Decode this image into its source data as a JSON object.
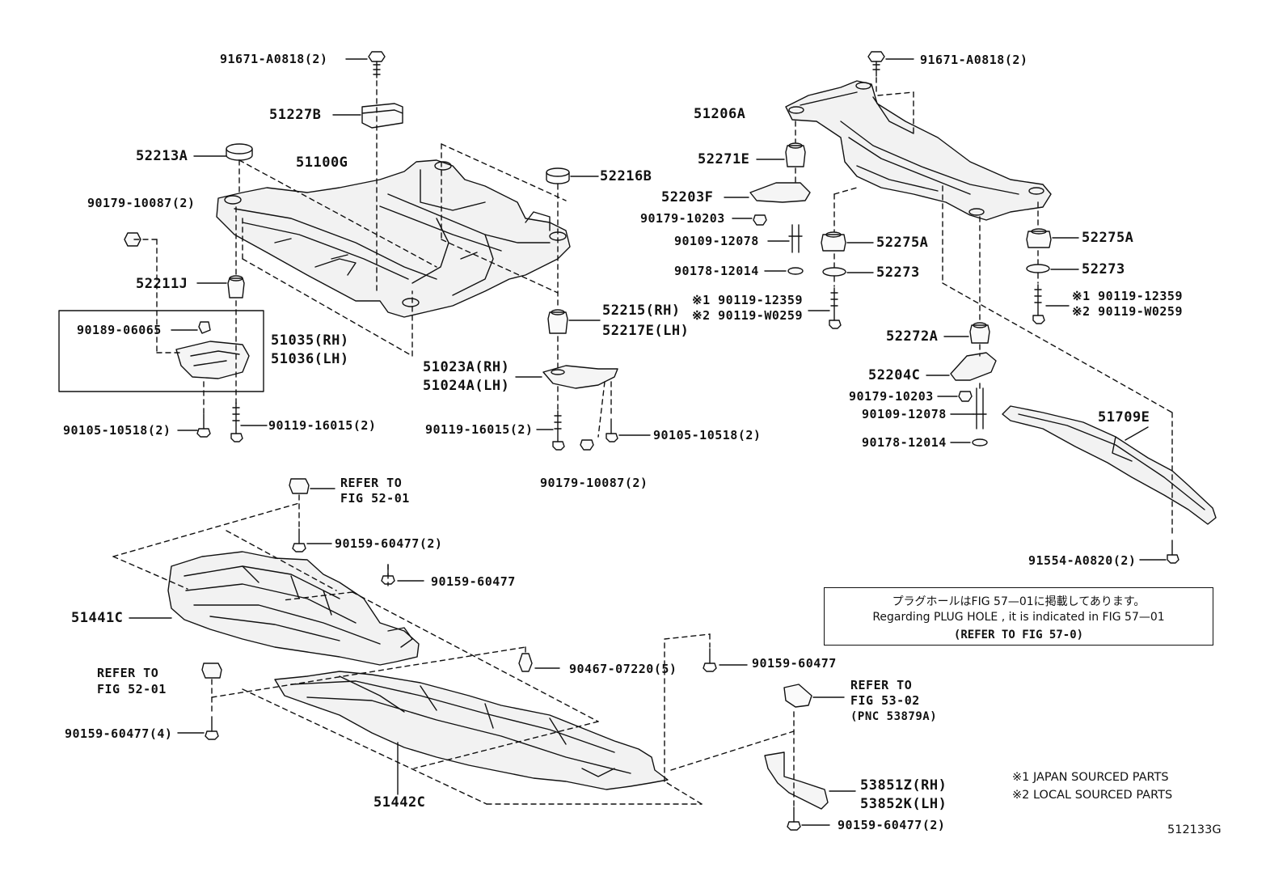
{
  "labels": {
    "p91671_left": "91671-A0818(2)",
    "p51227B": "51227B",
    "p52213A": "52213A",
    "p51100G": "51100G",
    "p90179_10087_left": "90179-10087(2)",
    "p52211J": "52211J",
    "p90189_06065": "90189-06065",
    "p51035": "51035(RH)",
    "p51036": "51036(LH)",
    "p90105_left": "90105-10518(2)",
    "p90119_16015_left": "90119-16015(2)",
    "p52216B": "52216B",
    "p52215": "52215(RH)",
    "p52217E": "52217E(LH)",
    "p51023A": "51023A(RH)",
    "p51024A": "51024A(LH)",
    "p90119_16015_mid": "90119-16015(2)",
    "p90105_mid": "90105-10518(2)",
    "p90179_10087_mid": "90179-10087(2)",
    "p91671_right": "91671-A0818(2)",
    "p51206A": "51206A",
    "p52271E": "52271E",
    "p52203F": "52203F",
    "p90179_10203_a": "90179-10203",
    "p90109_12078_a": "90109-12078",
    "p90178_12014_a": "90178-12014",
    "p90119_12359_a": "※1 90119-12359",
    "p90119_W0259_a": "※2 90119-W0259",
    "p52275A_a": "52275A",
    "p52273_a": "52273",
    "p52275A_b": "52275A",
    "p52273_b": "52273",
    "p90119_12359_b": "※1 90119-12359",
    "p90119_W0259_b": "※2 90119-W0259",
    "p52272A": "52272A",
    "p52204C": "52204C",
    "p90179_10203_b": "90179-10203",
    "p90109_12078_b": "90109-12078",
    "p90178_12014_b": "90178-12014",
    "p51709E": "51709E",
    "p91554": "91554-A0820(2)",
    "refer_52_01_a1": "REFER TO",
    "refer_52_01_a2": "FIG 52-01",
    "p90159_60477_2a": "90159-60477(2)",
    "p90159_60477_a": "90159-60477",
    "p51441C": "51441C",
    "refer_52_01_b1": "REFER TO",
    "refer_52_01_b2": "FIG 52-01",
    "p90467": "90467-07220(5)",
    "p90159_60477_b": "90159-60477",
    "p90159_60477_4": "90159-60477(4)",
    "p51442C": "51442C",
    "refer_53_02_1": "REFER TO",
    "refer_53_02_2": "FIG 53-02",
    "refer_53_02_3": "(PNC 53879A)",
    "p53851Z": "53851Z(RH)",
    "p53852K": "53852K(LH)",
    "p90159_60477_2b": "90159-60477(2)"
  },
  "notebox": {
    "line1": "プラグホールはFIG 57—01に掲載してあります。",
    "line2": "Regarding  PLUG  HOLE , it is indicated in FIG  57—01",
    "line3": "(REFER TO FIG 57-0)"
  },
  "footnotes": {
    "japan": "※1 JAPAN SOURCED PARTS",
    "local": "※2 LOCAL SOURCED PARTS"
  },
  "figure_id": "512133G"
}
